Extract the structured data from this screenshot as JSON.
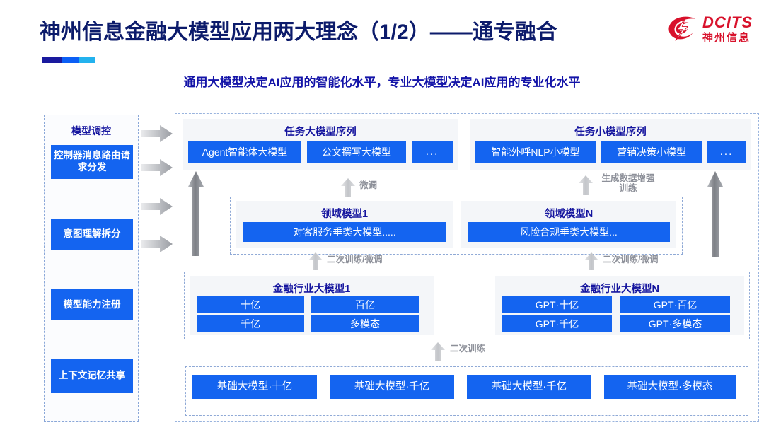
{
  "header": {
    "title": "神州信息金融大模型应用两大理念（1/2）——通专融合",
    "subtitle": "通用大模型决定AI应用的智能化水平，专业大模型决定AI应用的专业化水平",
    "logo_en": "DCITS",
    "logo_cn": "神州信息",
    "accent_colors": [
      "#1a1a9e",
      "#0b5ff5",
      "#23b2ee"
    ]
  },
  "colors": {
    "brand_blue": "#1464f0",
    "title_navy": "#0c1b6b",
    "subtitle_blue": "#1414a8",
    "logo_red": "#d8112b",
    "panel_grey": "#f4f6f9",
    "dashed_border": "#8fa9d6",
    "arrow_grey": "#9b9e a5"
  },
  "left_panel": {
    "title": "模型调控",
    "items": [
      {
        "label": "控制器消息路由请求分发"
      },
      {
        "label": "意图理解拆分"
      },
      {
        "label": "模型能力注册"
      },
      {
        "label": "上下文记忆共享"
      }
    ]
  },
  "feed_arrows": [
    {
      "name": "feed-arrow-1"
    },
    {
      "name": "feed-arrow-2"
    },
    {
      "name": "feed-arrow-3"
    },
    {
      "name": "feed-arrow-4"
    }
  ],
  "task_large": {
    "title": "任务大模型序列",
    "items": [
      "Agent智能体大模型",
      "公文撰写大模型",
      "..."
    ]
  },
  "task_small": {
    "title": "任务小模型序列",
    "items": [
      "智能外呼NLP小模型",
      "营销决策小模型",
      "..."
    ]
  },
  "domain_models": [
    {
      "title": "领域模型1",
      "item": "对客服务垂类大模型....."
    },
    {
      "title": "领域模型N",
      "item": "风险合规垂类大模型..."
    }
  ],
  "industry_models": [
    {
      "title": "金融行业大模型1",
      "items": [
        "十亿",
        "百亿",
        "千亿",
        "多模态"
      ]
    },
    {
      "title": "金融行业大模型N",
      "items": [
        "GPT·十亿",
        "GPT·百亿",
        "GPT·千亿",
        "GPT·多模态"
      ]
    }
  ],
  "base_models": {
    "items": [
      "基础大模型·十亿",
      "基础大模型·千亿",
      "基础大模型·千亿",
      "基础大模型·多模态"
    ]
  },
  "flow_labels": {
    "finetune": "微调",
    "data_aug": "生成数据增强",
    "data_aug_2": "训练",
    "retrain_finetune_left": "二次训练/微调",
    "retrain_finetune_right": "二次训练/微调",
    "retrain": "二次训练"
  }
}
